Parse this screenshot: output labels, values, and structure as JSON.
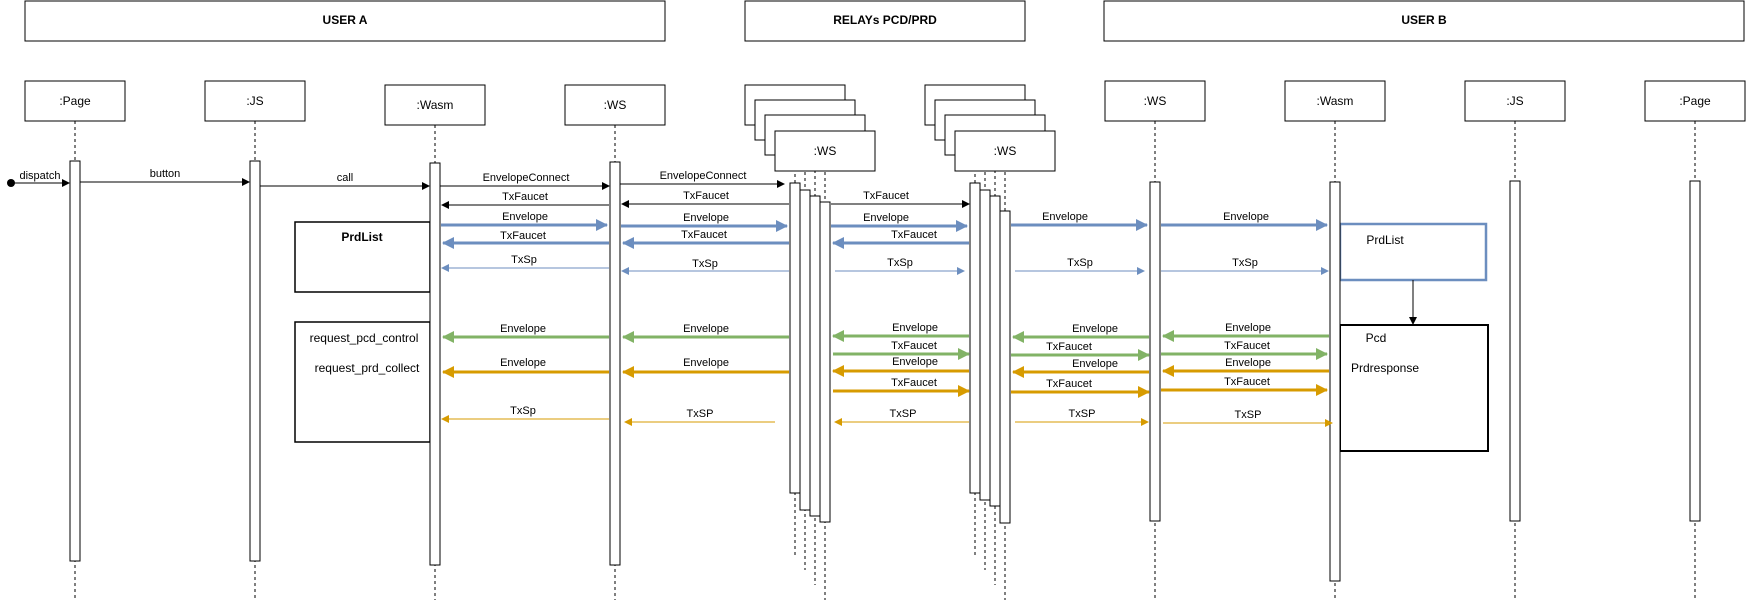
{
  "frames": [
    {
      "id": "user-a",
      "title": "USER A"
    },
    {
      "id": "relays",
      "title": "RELAYs PCD/PRD"
    },
    {
      "id": "user-b",
      "title": "USER B"
    }
  ],
  "participants": [
    {
      "id": "page-a",
      "label": ":Page"
    },
    {
      "id": "js-a",
      "label": ":JS"
    },
    {
      "id": "wasm-a",
      "label": ":Wasm"
    },
    {
      "id": "ws-a",
      "label": ":WS"
    },
    {
      "id": "relay1-ws",
      "label": ":WS"
    },
    {
      "id": "relay2-ws",
      "label": ":WS"
    },
    {
      "id": "ws-b",
      "label": ":WS"
    },
    {
      "id": "wasm-b",
      "label": ":Wasm"
    },
    {
      "id": "js-b",
      "label": ":JS"
    },
    {
      "id": "page-b",
      "label": ":Page"
    }
  ],
  "messages": {
    "dispatch": "dispatch",
    "button": "button",
    "call": "call",
    "envelope_connect": "EnvelopeConnect",
    "tx_faucet": "TxFaucet",
    "envelope": "Envelope",
    "tx_sp": "TxSp",
    "tx_sp_upper": "TxSP"
  },
  "notes": {
    "prdlist_a": "PrdList",
    "request_pcd_control": "request_pcd_control",
    "request_prd_collect": "request_prd_collect",
    "prdlist_b": "PrdList",
    "pcd": "Pcd",
    "prdresponse": "Prdresponse"
  },
  "colors": {
    "black": "#000000",
    "blue": "#6c8ebf",
    "green": "#82b366",
    "orange": "#d79b00"
  }
}
